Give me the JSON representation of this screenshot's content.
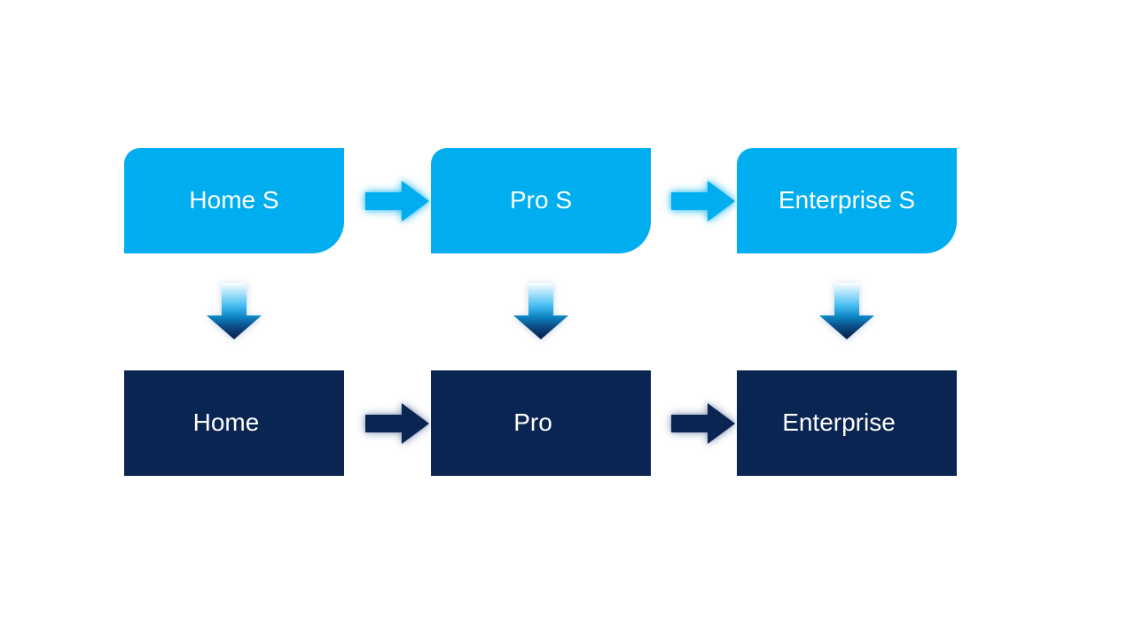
{
  "diagram": {
    "type": "process-upgrade-flow",
    "background_color": "#FFFFFF",
    "colors": {
      "top_row_fill": "#00AEEF",
      "bottom_row_fill": "#0A2552",
      "label_text": "#FFFFFF",
      "top_arrow_glow": "#00AEEF",
      "bottom_arrow_glow": "#375587",
      "down_arrow_gradient": [
        "#FFFFFF",
        "#41BAF0",
        "#0D86C4",
        "#07234A"
      ]
    },
    "columns": [
      {
        "top_label": "Home S",
        "bottom_label": "Home"
      },
      {
        "top_label": "Pro S",
        "bottom_label": "Pro"
      },
      {
        "top_label": "Enterprise S",
        "bottom_label": "Enterprise"
      }
    ],
    "connectors": {
      "horizontal_top": {
        "icon": "right-arrow-icon",
        "count": 2,
        "fill": "#00AEEF"
      },
      "horizontal_bottom": {
        "icon": "right-arrow-icon",
        "count": 2,
        "fill": "#0A2552"
      },
      "vertical": {
        "icon": "down-arrow-icon",
        "count": 3,
        "fill": "gradient-light-to-dark"
      }
    }
  }
}
